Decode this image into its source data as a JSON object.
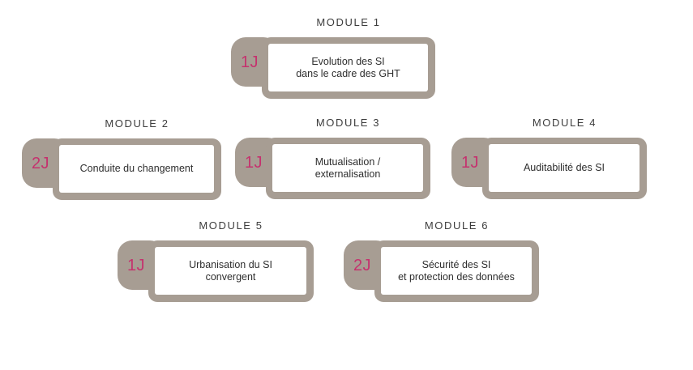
{
  "colors": {
    "taupe": "#a79d93",
    "pink": "#c5326e",
    "title_text": "#3d3d3d",
    "body_text": "#2e2e2e",
    "box_bg": "#ffffff",
    "page_bg": "#ffffff"
  },
  "modules": [
    {
      "title": "MODULE 1",
      "days": "1J",
      "name": "Evolution des SI\ndans le cadre des GHT"
    },
    {
      "title": "MODULE 2",
      "days": "2J",
      "name": "Conduite du changement"
    },
    {
      "title": "MODULE 3",
      "days": "1J",
      "name": "Mutualisation /\nexternalisation"
    },
    {
      "title": "MODULE 4",
      "days": "1J",
      "name": "Auditabilité des SI"
    },
    {
      "title": "MODULE 5",
      "days": "1J",
      "name": "Urbanisation du SI\nconvergent"
    },
    {
      "title": "MODULE 6",
      "days": "2J",
      "name": "Sécurité des SI\net protection des données"
    }
  ]
}
